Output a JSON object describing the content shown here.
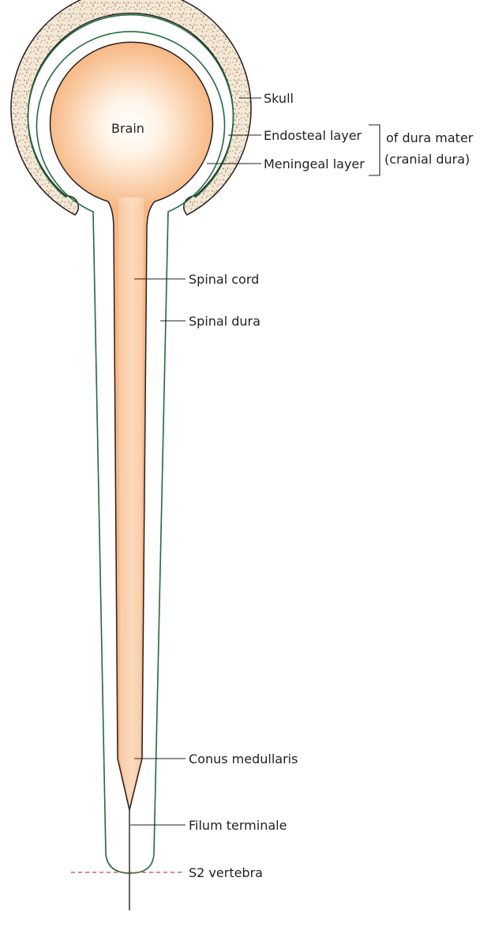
{
  "labels": {
    "brain": "Brain",
    "skull": "Skull",
    "endosteal_layer": "Endosteal layer",
    "meningeal_layer": "Meningeal layer",
    "of_dura_mater": "of dura mater",
    "cranial_dura": "(cranial dura)",
    "spinal_cord": "Spinal cord",
    "spinal_dura": "Spinal dura",
    "conus_medullaris": "Conus medullaris",
    "filum_terminale": "Filum terminale",
    "s2_vertebra": "S2 vertebra"
  },
  "colors": {
    "skull_fill": "#f3e8d6",
    "skull_speckle": "#a08060",
    "dura_line": "#1c6e3c",
    "neural_tissue": "#f7b884",
    "neural_highlight": "#ffffff",
    "outline": "#231f20",
    "s2_dash": "#e0383c"
  }
}
